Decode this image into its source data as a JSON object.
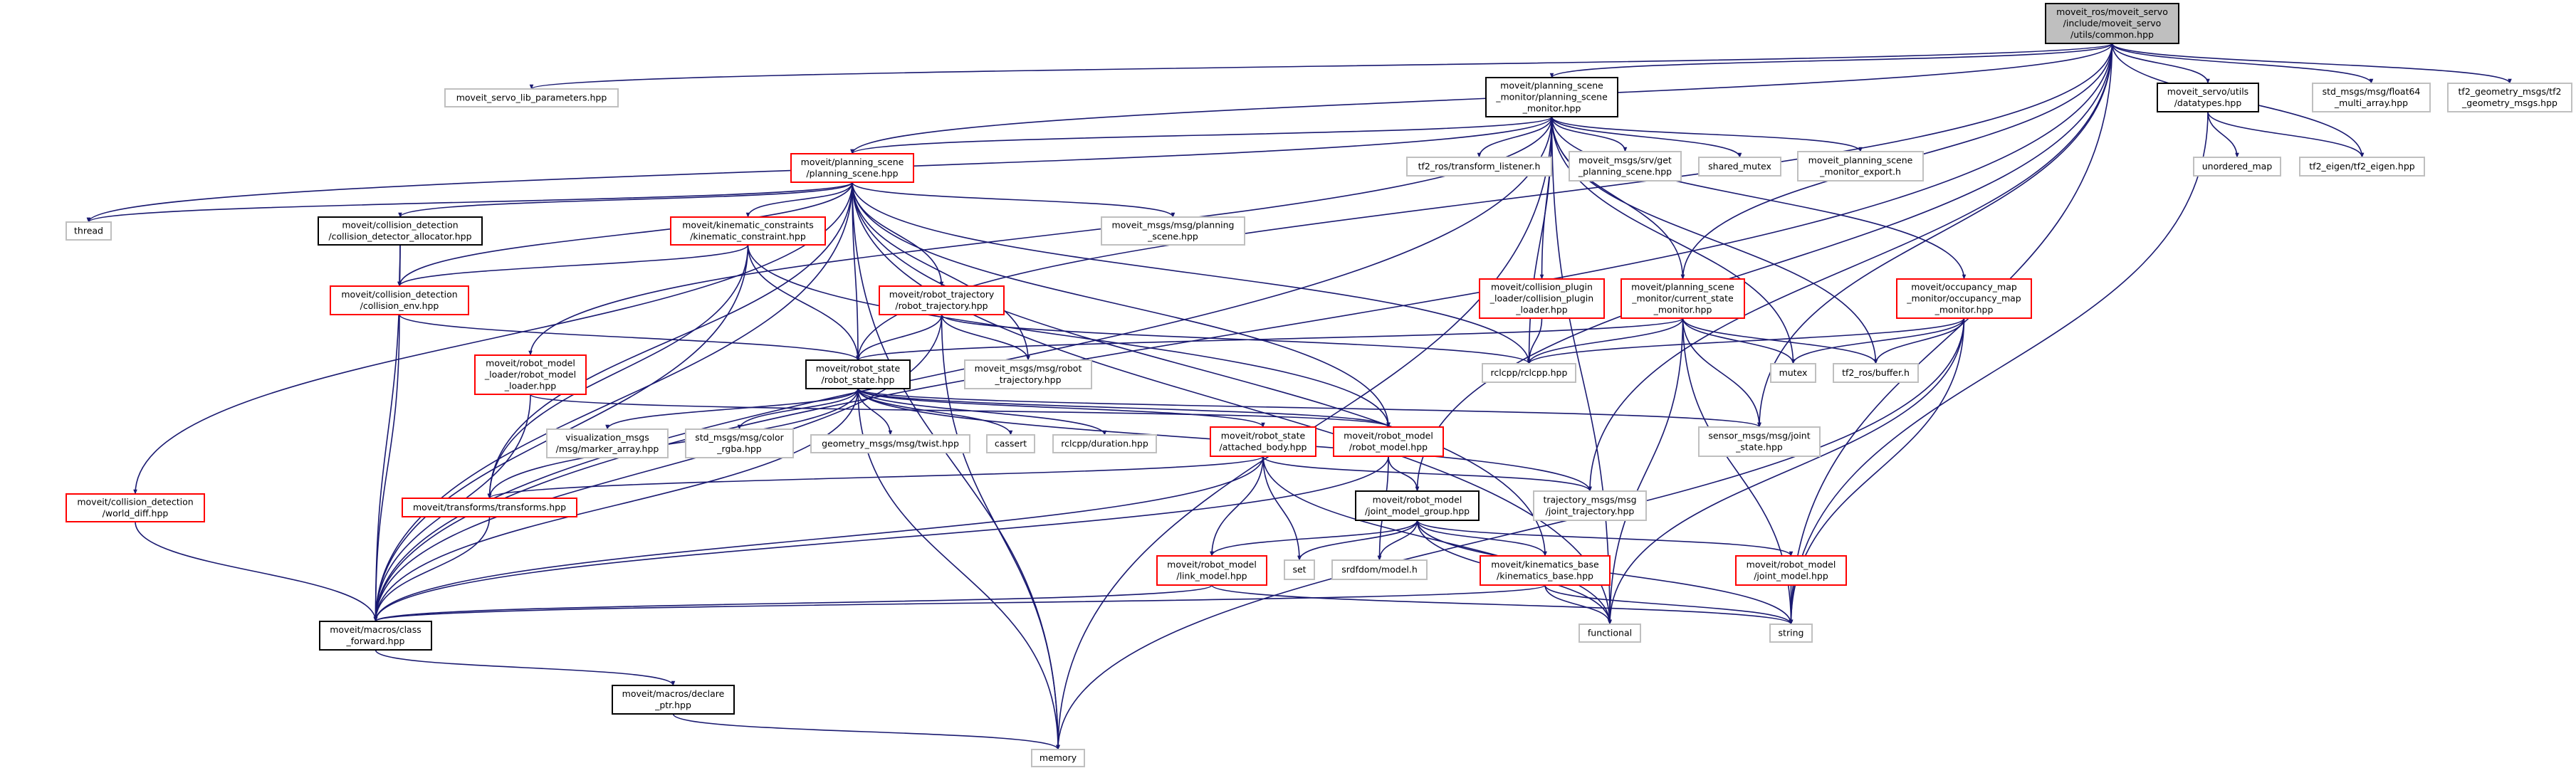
{
  "diagram": {
    "type": "include-dependency-graph",
    "colors": {
      "edge": "#191970",
      "root_fill": "#bfbfbf",
      "border_documented": "#000000",
      "border_truncated": "#ff0000",
      "border_external": "#bfbfbf"
    },
    "nodes": [
      {
        "id": "common",
        "style": "root",
        "lines": [
          "moveit_ros/moveit_servo",
          "/include/moveit_servo",
          "/utils/common.hpp"
        ]
      },
      {
        "id": "servo_params",
        "style": "gray",
        "lines": [
          "moveit_servo_lib_parameters.hpp"
        ]
      },
      {
        "id": "psm",
        "style": "black",
        "lines": [
          "moveit/planning_scene",
          "_monitor/planning_scene",
          "_monitor.hpp"
        ]
      },
      {
        "id": "datatypes",
        "style": "black",
        "lines": [
          "moveit_servo/utils",
          "/datatypes.hpp"
        ]
      },
      {
        "id": "float64",
        "style": "gray",
        "lines": [
          "std_msgs/msg/float64",
          "_multi_array.hpp"
        ]
      },
      {
        "id": "tf2_geom",
        "style": "gray",
        "lines": [
          "tf2_geometry_msgs/tf2",
          "_geometry_msgs.hpp"
        ]
      },
      {
        "id": "planning_scene",
        "style": "red",
        "lines": [
          "moveit/planning_scene",
          "/planning_scene.hpp"
        ]
      },
      {
        "id": "transform_listener",
        "style": "gray",
        "lines": [
          "tf2_ros/transform_listener.h"
        ]
      },
      {
        "id": "get_ps",
        "style": "gray",
        "lines": [
          "moveit_msgs/srv/get",
          "_planning_scene.hpp"
        ]
      },
      {
        "id": "shared_mutex",
        "style": "gray",
        "lines": [
          "shared_mutex"
        ]
      },
      {
        "id": "monitor_export",
        "style": "gray",
        "lines": [
          "moveit_planning_scene",
          "_monitor_export.h"
        ]
      },
      {
        "id": "unordered_map",
        "style": "gray",
        "lines": [
          "unordered_map"
        ]
      },
      {
        "id": "tf2_eigen",
        "style": "gray",
        "lines": [
          "tf2_eigen/tf2_eigen.hpp"
        ]
      },
      {
        "id": "thread",
        "style": "gray",
        "lines": [
          "thread"
        ]
      },
      {
        "id": "cd_allocator",
        "style": "black",
        "lines": [
          "moveit/collision_detection",
          "/collision_detector_allocator.hpp"
        ]
      },
      {
        "id": "kinematic",
        "style": "red",
        "lines": [
          "moveit/kinematic_constraints",
          "/kinematic_constraint.hpp"
        ]
      },
      {
        "id": "msg_ps",
        "style": "gray",
        "lines": [
          "moveit_msgs/msg/planning",
          "_scene.hpp"
        ]
      },
      {
        "id": "collision_env",
        "style": "red",
        "lines": [
          "moveit/collision_detection",
          "/collision_env.hpp"
        ]
      },
      {
        "id": "robot_trajectory",
        "style": "red",
        "lines": [
          "moveit/robot_trajectory",
          "/robot_trajectory.hpp"
        ]
      },
      {
        "id": "collision_plugin",
        "style": "red",
        "lines": [
          "moveit/collision_plugin",
          "_loader/collision_plugin",
          "_loader.hpp"
        ]
      },
      {
        "id": "csm",
        "style": "red",
        "lines": [
          "moveit/planning_scene",
          "_monitor/current_state",
          "_monitor.hpp"
        ]
      },
      {
        "id": "occupancy",
        "style": "red",
        "lines": [
          "moveit/occupancy_map",
          "_monitor/occupancy_map",
          "_monitor.hpp"
        ]
      },
      {
        "id": "robot_model_loader",
        "style": "red",
        "lines": [
          "moveit/robot_model",
          "_loader/robot_model",
          "_loader.hpp"
        ]
      },
      {
        "id": "robot_state",
        "style": "black",
        "lines": [
          "moveit/robot_state",
          "/robot_state.hpp"
        ]
      },
      {
        "id": "msg_robot_traj",
        "style": "gray",
        "lines": [
          "moveit_msgs/msg/robot",
          "_trajectory.hpp"
        ]
      },
      {
        "id": "rclcpp",
        "style": "gray",
        "lines": [
          "rclcpp/rclcpp.hpp"
        ]
      },
      {
        "id": "mutex",
        "style": "gray",
        "lines": [
          "mutex"
        ]
      },
      {
        "id": "tf2_buffer",
        "style": "gray",
        "lines": [
          "tf2_ros/buffer.h"
        ]
      },
      {
        "id": "viz",
        "style": "gray",
        "lines": [
          "visualization_msgs",
          "/msg/marker_array.hpp"
        ]
      },
      {
        "id": "color",
        "style": "gray",
        "lines": [
          "std_msgs/msg/color",
          "_rgba.hpp"
        ]
      },
      {
        "id": "twist",
        "style": "gray",
        "lines": [
          "geometry_msgs/msg/twist.hpp"
        ]
      },
      {
        "id": "cassert",
        "style": "gray",
        "lines": [
          "cassert"
        ]
      },
      {
        "id": "duration",
        "style": "gray",
        "lines": [
          "rclcpp/duration.hpp"
        ]
      },
      {
        "id": "attached",
        "style": "red",
        "lines": [
          "moveit/robot_state",
          "/attached_body.hpp"
        ]
      },
      {
        "id": "robot_model",
        "style": "red",
        "lines": [
          "moveit/robot_model",
          "/robot_model.hpp"
        ]
      },
      {
        "id": "joint_state",
        "style": "gray",
        "lines": [
          "sensor_msgs/msg/joint",
          "_state.hpp"
        ]
      },
      {
        "id": "jmg",
        "style": "black",
        "lines": [
          "moveit/robot_model",
          "/joint_model_group.hpp"
        ]
      },
      {
        "id": "joint_traj",
        "style": "gray",
        "lines": [
          "trajectory_msgs/msg",
          "/joint_trajectory.hpp"
        ]
      },
      {
        "id": "world_diff",
        "style": "red",
        "lines": [
          "moveit/collision_detection",
          "/world_diff.hpp"
        ]
      },
      {
        "id": "transforms",
        "style": "red",
        "lines": [
          "moveit/transforms/transforms.hpp"
        ]
      },
      {
        "id": "link_model",
        "style": "red",
        "lines": [
          "moveit/robot_model",
          "/link_model.hpp"
        ]
      },
      {
        "id": "set",
        "style": "gray",
        "lines": [
          "set"
        ]
      },
      {
        "id": "srdfdom",
        "style": "gray",
        "lines": [
          "srdfdom/model.h"
        ]
      },
      {
        "id": "kin_base",
        "style": "red",
        "lines": [
          "moveit/kinematics_base",
          "/kinematics_base.hpp"
        ]
      },
      {
        "id": "joint_model",
        "style": "red",
        "lines": [
          "moveit/robot_model",
          "/joint_model.hpp"
        ]
      },
      {
        "id": "functional",
        "style": "gray",
        "lines": [
          "functional"
        ]
      },
      {
        "id": "string",
        "style": "gray",
        "lines": [
          "string"
        ]
      },
      {
        "id": "class_forward",
        "style": "black",
        "lines": [
          "moveit/macros/class",
          "_forward.hpp"
        ]
      },
      {
        "id": "declare_ptr",
        "style": "black",
        "lines": [
          "moveit/macros/declare",
          "_ptr.hpp"
        ]
      },
      {
        "id": "memory",
        "style": "gray",
        "lines": [
          "memory"
        ]
      }
    ],
    "edges": [
      [
        "common",
        "servo_params"
      ],
      [
        "common",
        "psm"
      ],
      [
        "common",
        "datatypes"
      ],
      [
        "common",
        "float64"
      ],
      [
        "common",
        "tf2_geom"
      ],
      [
        "common",
        "tf2_eigen"
      ],
      [
        "common",
        "planning_scene"
      ],
      [
        "common",
        "robot_state"
      ],
      [
        "common",
        "class_forward"
      ],
      [
        "common",
        "csm"
      ],
      [
        "common",
        "joint_state"
      ],
      [
        "common",
        "joint_traj"
      ],
      [
        "common",
        "jmg"
      ],
      [
        "common",
        "string"
      ],
      [
        "psm",
        "planning_scene"
      ],
      [
        "psm",
        "transform_listener"
      ],
      [
        "psm",
        "get_ps"
      ],
      [
        "psm",
        "shared_mutex"
      ],
      [
        "psm",
        "monitor_export"
      ],
      [
        "psm",
        "mutex"
      ],
      [
        "psm",
        "csm"
      ],
      [
        "psm",
        "occupancy"
      ],
      [
        "psm",
        "collision_plugin"
      ],
      [
        "psm",
        "rclcpp"
      ],
      [
        "psm",
        "tf2_buffer"
      ],
      [
        "psm",
        "robot_model_loader"
      ],
      [
        "psm",
        "memory"
      ],
      [
        "psm",
        "functional"
      ],
      [
        "psm",
        "thread"
      ],
      [
        "psm",
        "class_forward"
      ],
      [
        "planning_scene",
        "thread"
      ],
      [
        "planning_scene",
        "cd_allocator"
      ],
      [
        "planning_scene",
        "kinematic"
      ],
      [
        "planning_scene",
        "collision_env"
      ],
      [
        "planning_scene",
        "msg_ps"
      ],
      [
        "planning_scene",
        "robot_trajectory"
      ],
      [
        "planning_scene",
        "robot_state"
      ],
      [
        "planning_scene",
        "msg_robot_traj"
      ],
      [
        "planning_scene",
        "robot_model"
      ],
      [
        "planning_scene",
        "rclcpp"
      ],
      [
        "planning_scene",
        "kin_base"
      ],
      [
        "planning_scene",
        "functional"
      ],
      [
        "planning_scene",
        "world_diff"
      ],
      [
        "planning_scene",
        "class_forward"
      ],
      [
        "planning_scene",
        "transforms"
      ],
      [
        "planning_scene",
        "memory"
      ],
      [
        "cd_allocator",
        "collision_env"
      ],
      [
        "cd_allocator",
        "class_forward"
      ],
      [
        "kinematic",
        "collision_env"
      ],
      [
        "kinematic",
        "robot_state"
      ],
      [
        "kinematic",
        "robot_model"
      ],
      [
        "kinematic",
        "class_forward"
      ],
      [
        "kinematic",
        "transforms"
      ],
      [
        "collision_env",
        "robot_state"
      ],
      [
        "collision_env",
        "class_forward"
      ],
      [
        "robot_trajectory",
        "robot_state"
      ],
      [
        "robot_trajectory",
        "msg_robot_traj"
      ],
      [
        "robot_trajectory",
        "rclcpp"
      ],
      [
        "robot_trajectory",
        "class_forward"
      ],
      [
        "robot_trajectory",
        "memory"
      ],
      [
        "robot_model_loader",
        "robot_model"
      ],
      [
        "robot_model_loader",
        "class_forward"
      ],
      [
        "robot_state",
        "viz"
      ],
      [
        "robot_state",
        "color"
      ],
      [
        "robot_state",
        "twist"
      ],
      [
        "robot_state",
        "cassert"
      ],
      [
        "robot_state",
        "duration"
      ],
      [
        "robot_state",
        "attached"
      ],
      [
        "robot_state",
        "robot_model"
      ],
      [
        "robot_state",
        "transforms"
      ],
      [
        "robot_state",
        "class_forward"
      ],
      [
        "robot_state",
        "memory"
      ],
      [
        "robot_state",
        "joint_state"
      ],
      [
        "robot_state",
        "joint_traj"
      ],
      [
        "attached",
        "link_model"
      ],
      [
        "attached",
        "set"
      ],
      [
        "attached",
        "functional"
      ],
      [
        "attached",
        "transforms"
      ],
      [
        "attached",
        "class_forward"
      ],
      [
        "attached",
        "joint_traj"
      ],
      [
        "robot_model",
        "jmg"
      ],
      [
        "robot_model",
        "srdfdom"
      ],
      [
        "robot_model",
        "class_forward"
      ],
      [
        "jmg",
        "link_model"
      ],
      [
        "jmg",
        "set"
      ],
      [
        "jmg",
        "srdfdom"
      ],
      [
        "jmg",
        "kin_base"
      ],
      [
        "jmg",
        "joint_model"
      ],
      [
        "jmg",
        "functional"
      ],
      [
        "jmg",
        "string"
      ],
      [
        "link_model",
        "class_forward"
      ],
      [
        "link_model",
        "string"
      ],
      [
        "kin_base",
        "class_forward"
      ],
      [
        "kin_base",
        "functional"
      ],
      [
        "kin_base",
        "string"
      ],
      [
        "joint_model",
        "string"
      ],
      [
        "world_diff",
        "class_forward"
      ],
      [
        "transforms",
        "class_forward"
      ],
      [
        "class_forward",
        "declare_ptr"
      ],
      [
        "declare_ptr",
        "memory"
      ],
      [
        "csm",
        "rclcpp"
      ],
      [
        "csm",
        "mutex"
      ],
      [
        "csm",
        "tf2_buffer"
      ],
      [
        "csm",
        "joint_state"
      ],
      [
        "csm",
        "functional"
      ],
      [
        "csm",
        "string"
      ],
      [
        "csm",
        "robot_state"
      ],
      [
        "occupancy",
        "rclcpp"
      ],
      [
        "occupancy",
        "mutex"
      ],
      [
        "occupancy",
        "tf2_buffer"
      ],
      [
        "occupancy",
        "functional"
      ],
      [
        "occupancy",
        "string"
      ],
      [
        "occupancy",
        "memory"
      ],
      [
        "collision_plugin",
        "rclcpp"
      ],
      [
        "datatypes",
        "unordered_map"
      ],
      [
        "datatypes",
        "tf2_eigen"
      ],
      [
        "datatypes",
        "string"
      ]
    ]
  }
}
